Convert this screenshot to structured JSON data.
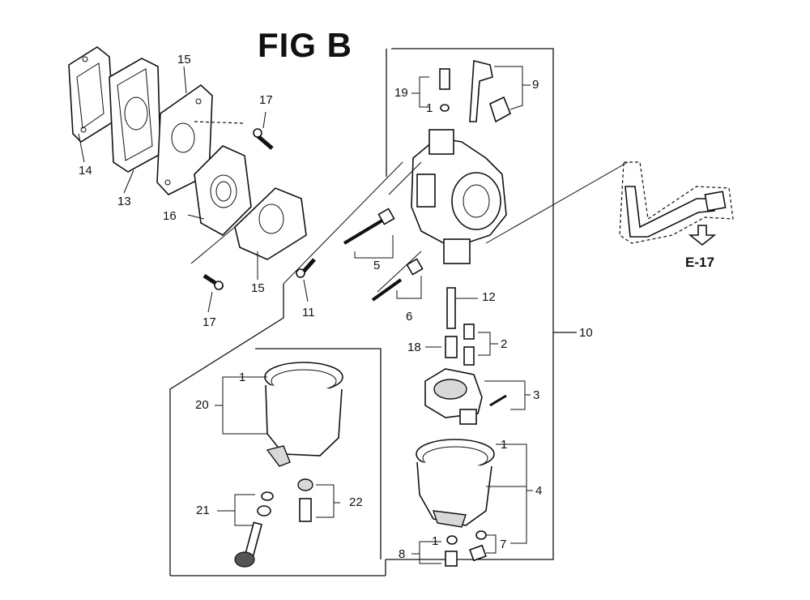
{
  "figure": {
    "title": "FIG B",
    "reference_label": "E-17"
  },
  "callouts": {
    "c14": "14",
    "c13": "13",
    "c15a": "15",
    "c17a": "17",
    "c16": "16",
    "c15b": "15",
    "c17b": "17",
    "c11": "11",
    "c5": "5",
    "c6": "6",
    "c19": "19",
    "c1a": "1",
    "c9": "9",
    "c10": "10",
    "c12": "12",
    "c18": "18",
    "c2": "2",
    "c3": "3",
    "c1b": "1",
    "c4": "4",
    "c7": "7",
    "c1c": "1",
    "c8": "8",
    "c1d": "1",
    "c20": "20",
    "c21": "21",
    "c22": "22"
  }
}
